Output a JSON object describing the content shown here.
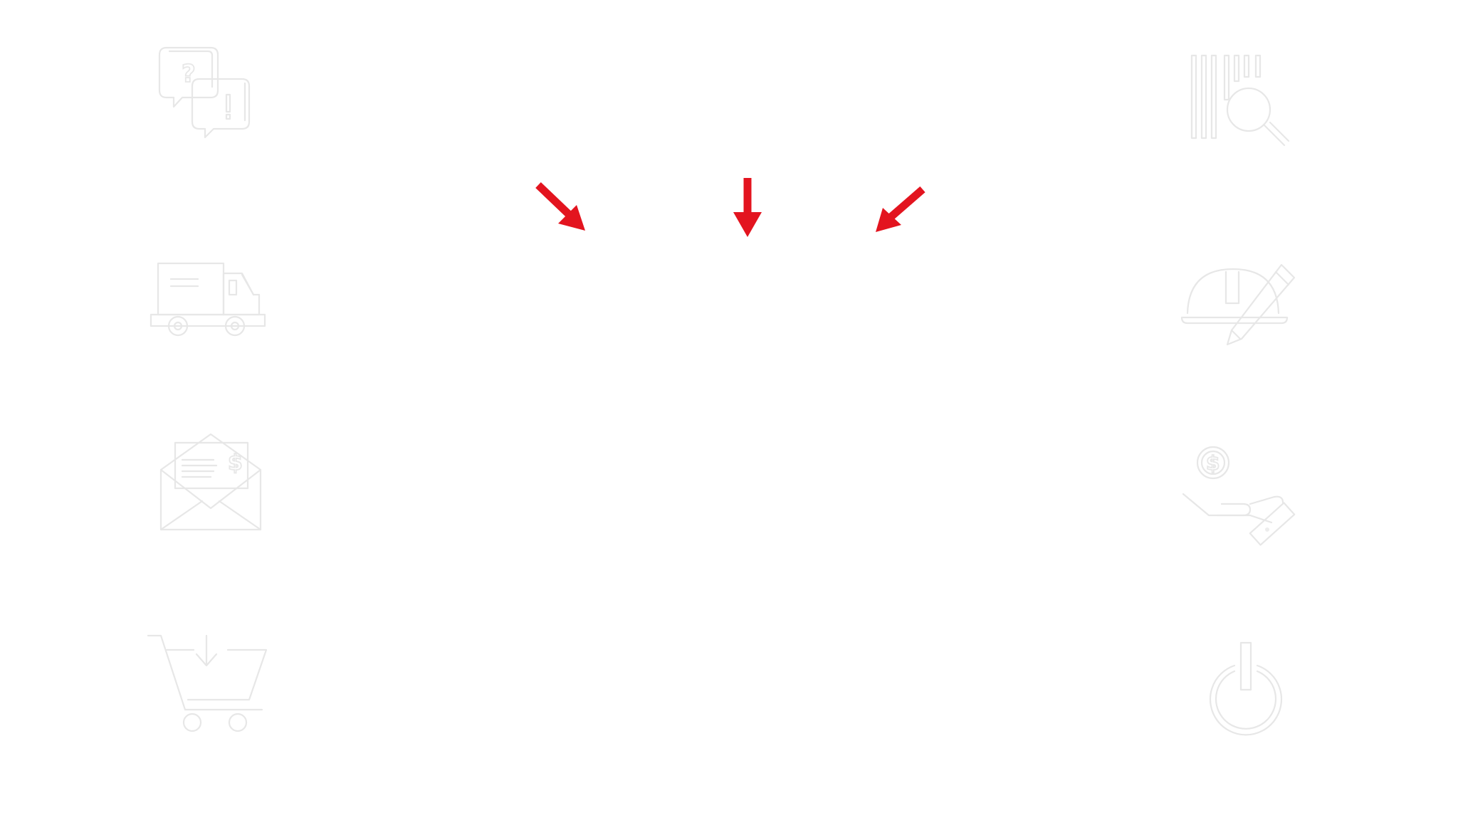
{
  "colors": {
    "background": "#ffffff",
    "icon_stroke": "#e7e7e7",
    "pointer_arrow": "#e3141f"
  },
  "menu": {
    "left": [
      {
        "id": "faq",
        "icon": "question-answer-bubbles-icon"
      },
      {
        "id": "shipping",
        "icon": "delivery-truck-icon"
      },
      {
        "id": "invoice",
        "icon": "envelope-dollar-invoice-icon"
      },
      {
        "id": "orders",
        "icon": "shopping-cart-download-icon"
      }
    ],
    "right": [
      {
        "id": "barcode",
        "icon": "barcode-search-icon"
      },
      {
        "id": "engineering",
        "icon": "hardhat-pencil-icon"
      },
      {
        "id": "payment",
        "icon": "hand-coin-payment-icon"
      },
      {
        "id": "power",
        "icon": "power-icon"
      }
    ]
  },
  "pointers": {
    "icons": [
      "arrow-down-right-icon",
      "arrow-down-icon",
      "arrow-down-left-icon"
    ]
  },
  "glyphs": {
    "question": "?",
    "exclamation": "!",
    "dollar": "$"
  }
}
